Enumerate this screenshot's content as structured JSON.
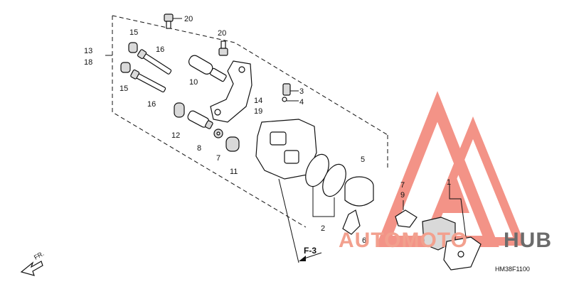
{
  "labels": {
    "p20a": "20",
    "p20b": "20",
    "p15a": "15",
    "p15b": "15",
    "p16a": "16",
    "p16b": "16",
    "p13": "13",
    "p18": "18",
    "p10": "10",
    "p3": "3",
    "p4": "4",
    "p14": "14",
    "p19": "19",
    "p12": "12",
    "p8": "8",
    "p7": "7",
    "p11": "11",
    "p5": "5",
    "p2": "2",
    "p6": "6",
    "p7b": "7",
    "p9": "9",
    "p1": "1"
  },
  "ref": "F-3",
  "direction": "FR.",
  "code": "HM38F1100",
  "watermark": {
    "left": "AUTOMOTO",
    "right": "HUB",
    "accent_color": "#f07060",
    "text_color": "#6b6b6b"
  }
}
